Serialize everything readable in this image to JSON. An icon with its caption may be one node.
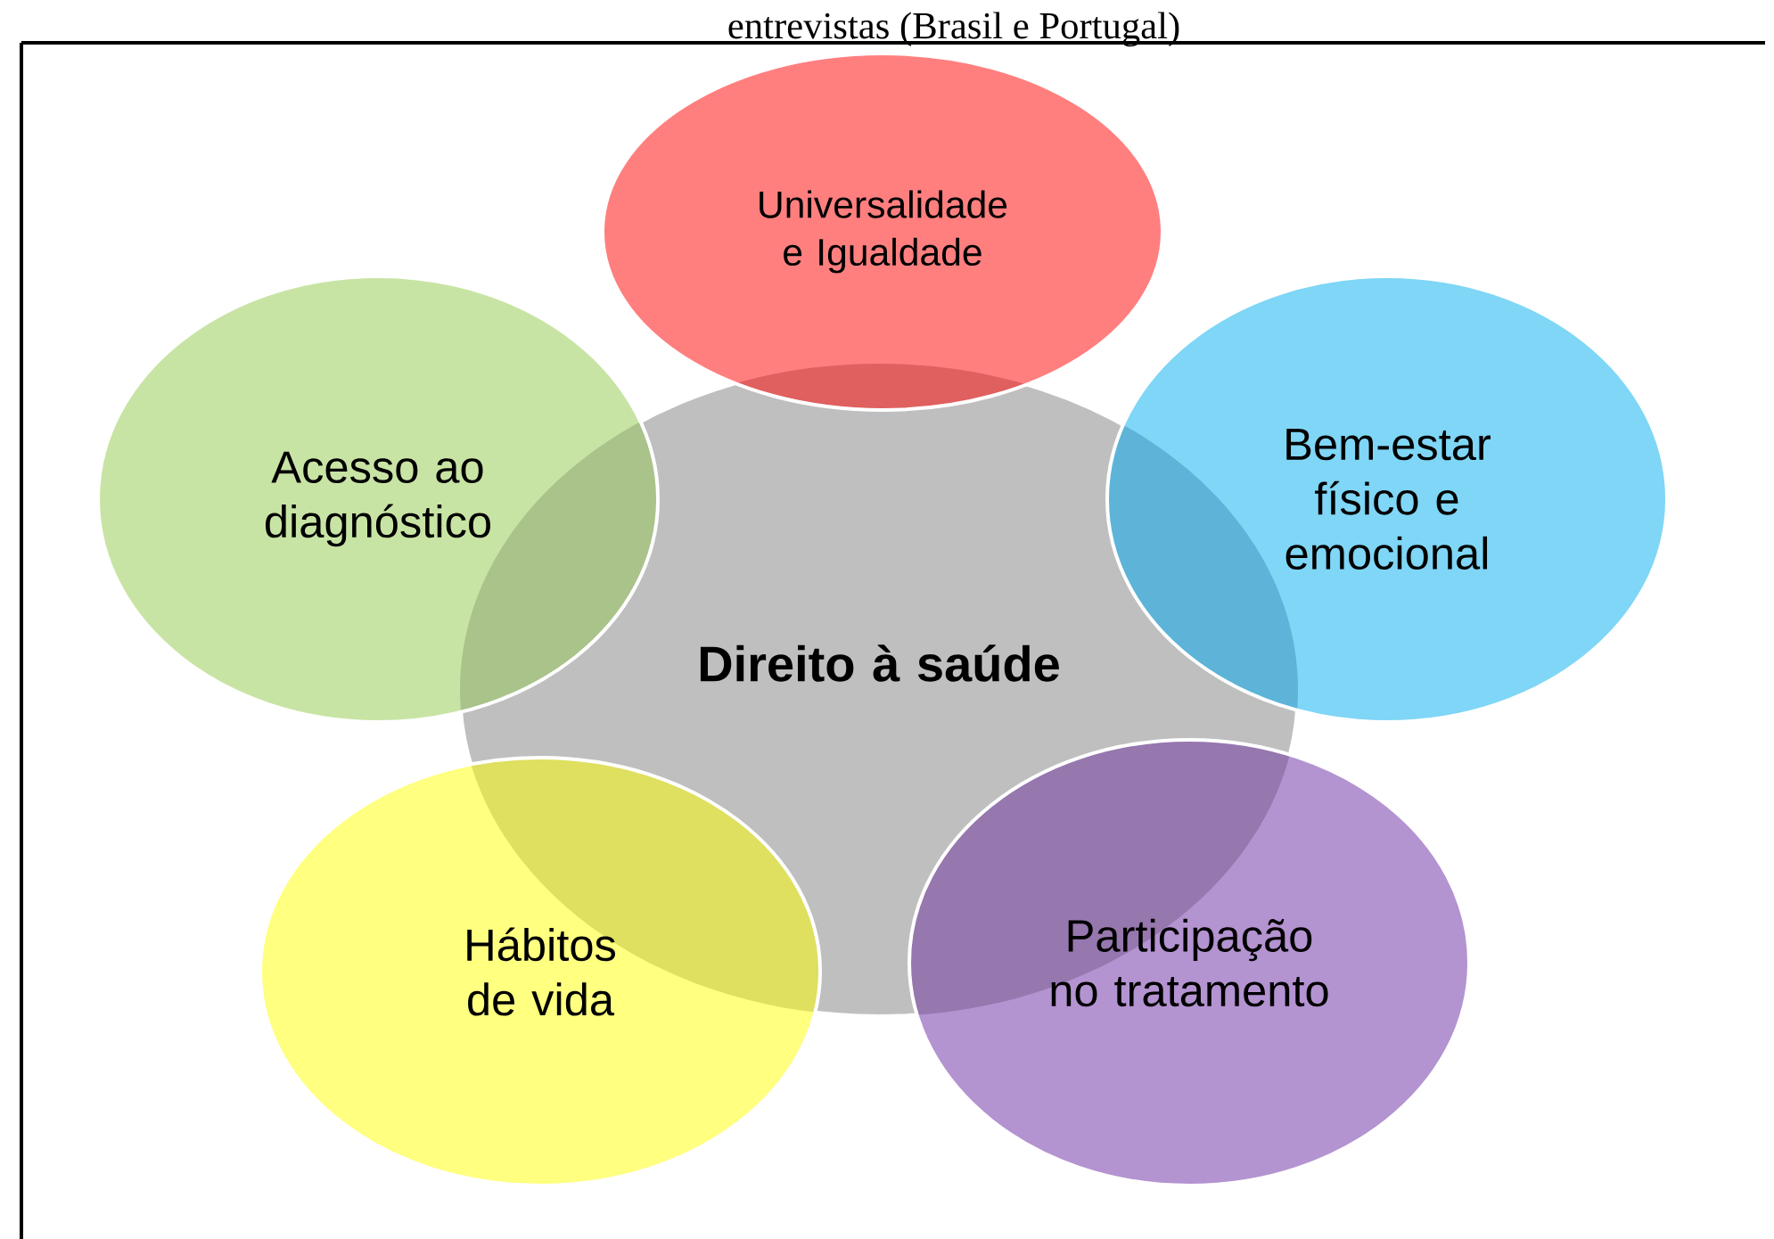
{
  "diagram": {
    "title": "entrevistas (Brasil e Portugal)",
    "nodes": [
      {
        "text": [
          "Direito à saúde"
        ]
      },
      {
        "text": [
          "Universalidade e Igualdade"
        ]
      },
      {
        "text": [
          "Acesso ao diagnóstico"
        ]
      },
      {
        "text": [
          "Bem-estar físico e emocional"
        ]
      },
      {
        "text": [
          "Hábitos de vida"
        ]
      },
      {
        "text": [
          "Participação no tratamento"
        ]
      }
    ]
  }
}
